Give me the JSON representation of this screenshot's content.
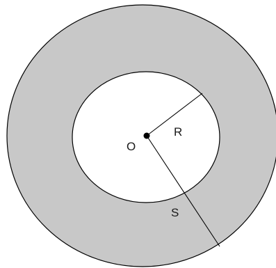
{
  "diagram": {
    "center_label": "O",
    "inner_radius_label": "R",
    "outer_segment_label": "S",
    "colors": {
      "annulus_fill": "#c8c8c8",
      "inner_fill": "#ffffff",
      "stroke": "#000000"
    }
  }
}
